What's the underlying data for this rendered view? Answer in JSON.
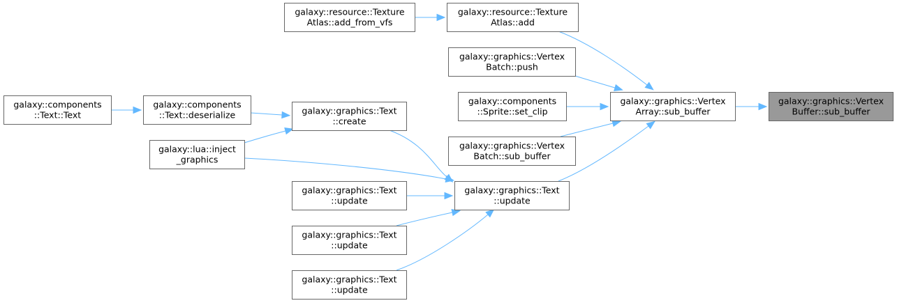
{
  "nodes": [
    {
      "id": "vb_sub_buffer",
      "lines": [
        "galaxy::graphics::Vertex",
        "Buffer::sub_buffer"
      ],
      "root": true
    },
    {
      "id": "va_sub_buffer",
      "lines": [
        "galaxy::graphics::Vertex",
        "Array::sub_buffer"
      ]
    },
    {
      "id": "atlas_add",
      "lines": [
        "galaxy::resource::Texture",
        "Atlas::add"
      ]
    },
    {
      "id": "atlas_add_from_vfs",
      "lines": [
        "galaxy::resource::Texture",
        "Atlas::add_from_vfs"
      ]
    },
    {
      "id": "batch_push",
      "lines": [
        "galaxy::graphics::Vertex",
        "Batch::push"
      ]
    },
    {
      "id": "sprite_set_clip",
      "lines": [
        "galaxy::components",
        "::Sprite::set_clip"
      ]
    },
    {
      "id": "batch_sub_buffer",
      "lines": [
        "galaxy::graphics::Vertex",
        "Batch::sub_buffer"
      ]
    },
    {
      "id": "text_update_main",
      "lines": [
        "galaxy::graphics::Text",
        "::update"
      ]
    },
    {
      "id": "text_create",
      "lines": [
        "galaxy::graphics::Text",
        "::create"
      ]
    },
    {
      "id": "comp_text_deserialize",
      "lines": [
        "galaxy::components",
        "::Text::deserialize"
      ]
    },
    {
      "id": "comp_text_text",
      "lines": [
        "galaxy::components",
        "::Text::Text"
      ]
    },
    {
      "id": "lua_inject_graphics",
      "lines": [
        "galaxy::lua::inject",
        "_graphics"
      ]
    },
    {
      "id": "text_update_1",
      "lines": [
        "galaxy::graphics::Text",
        "::update"
      ]
    },
    {
      "id": "text_update_2",
      "lines": [
        "galaxy::graphics::Text",
        "::update"
      ]
    },
    {
      "id": "text_update_3",
      "lines": [
        "galaxy::graphics::Text",
        "::update"
      ]
    }
  ],
  "edges": [
    {
      "from": "va_sub_buffer",
      "to": "vb_sub_buffer"
    },
    {
      "from": "atlas_add",
      "to": "va_sub_buffer"
    },
    {
      "from": "atlas_add_from_vfs",
      "to": "atlas_add"
    },
    {
      "from": "batch_push",
      "to": "va_sub_buffer"
    },
    {
      "from": "sprite_set_clip",
      "to": "va_sub_buffer"
    },
    {
      "from": "batch_sub_buffer",
      "to": "va_sub_buffer"
    },
    {
      "from": "text_update_main",
      "to": "va_sub_buffer"
    },
    {
      "from": "text_create",
      "to": "text_update_main"
    },
    {
      "from": "lua_inject_graphics",
      "to": "text_update_main"
    },
    {
      "from": "text_update_1",
      "to": "text_update_main"
    },
    {
      "from": "text_update_2",
      "to": "text_update_main"
    },
    {
      "from": "text_update_3",
      "to": "text_update_main"
    },
    {
      "from": "comp_text_deserialize",
      "to": "text_create"
    },
    {
      "from": "lua_inject_graphics",
      "to": "text_create"
    },
    {
      "from": "comp_text_text",
      "to": "comp_text_deserialize"
    }
  ],
  "colors": {
    "edge": "#63b8ff",
    "node_border": "#666666",
    "node_fill": "#ffffff",
    "root_fill": "#999999",
    "text": "#000000"
  }
}
